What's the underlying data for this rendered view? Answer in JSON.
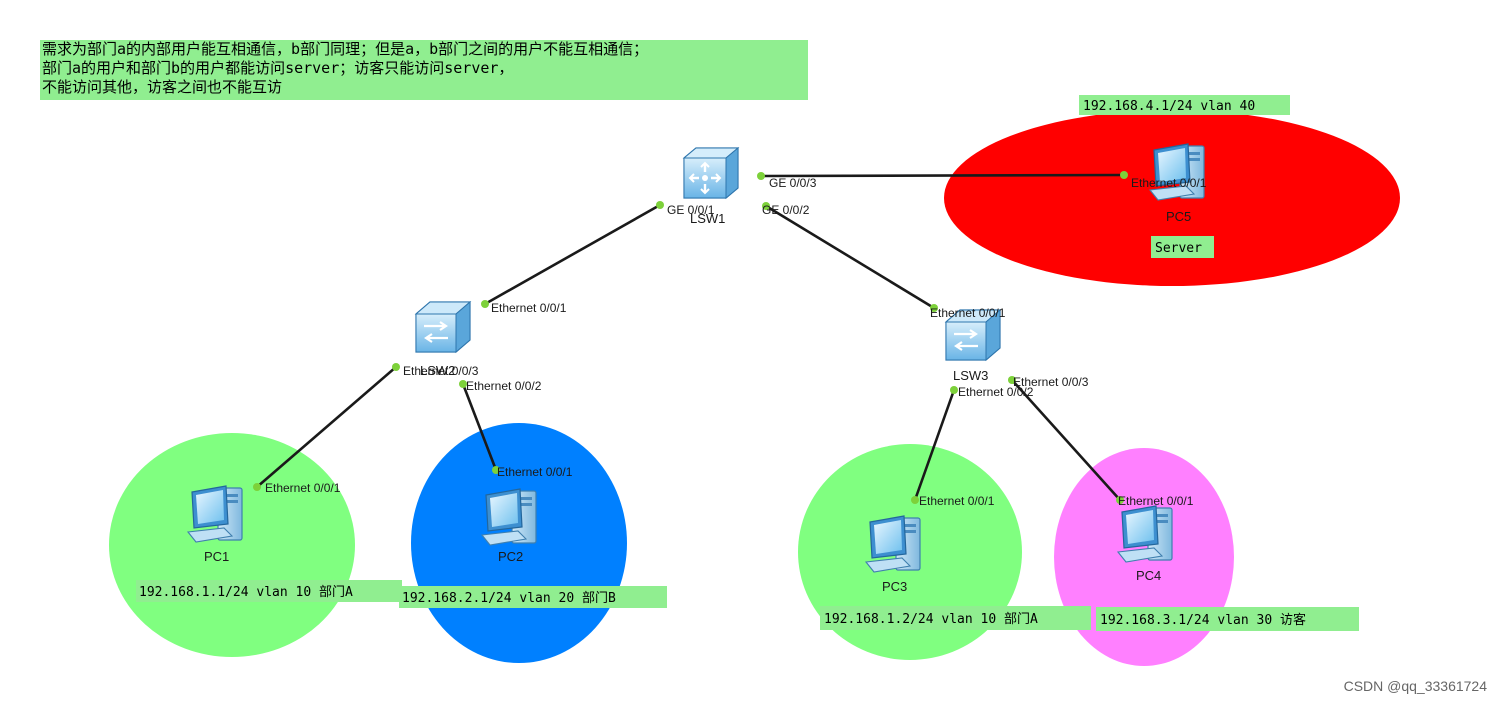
{
  "note": {
    "lines": [
      "需求为部门a的内部用户能互相通信，b部门同理；但是a，b部门之间的用户不能互相通信；",
      "部门a的用户和部门b的用户都能访问server；访客只能访问server，",
      "不能访问其他，访客之间也不能互访"
    ]
  },
  "devices": {
    "lsw1": "LSW1",
    "lsw2": "LSW2",
    "lsw3": "LSW3",
    "pc1": "PC1",
    "pc2": "PC2",
    "pc3": "PC3",
    "pc4": "PC4",
    "pc5": "PC5"
  },
  "ports": {
    "lsw1_ge1": "GE 0/0/1",
    "lsw1_ge2": "GE 0/0/2",
    "lsw1_ge3": "GE 0/0/3",
    "lsw2_e1": "Ethernet 0/0/1",
    "lsw2_e2": "Ethernet 0/0/2",
    "lsw2_e3": "Ethernet 0/0/3",
    "lsw3_e1": "Ethernet 0/0/1",
    "lsw3_e2": "Ethernet 0/0/2",
    "lsw3_e3": "Ethernet 0/0/3",
    "pc1_e1": "Ethernet 0/0/1",
    "pc2_e1": "Ethernet 0/0/1",
    "pc3_e1": "Ethernet 0/0/1",
    "pc4_e1": "Ethernet 0/0/1",
    "pc5_e1": "Ethernet 0/0/1"
  },
  "labels": {
    "pc5_ip": "192.168.4.1/24 vlan 40",
    "server": "Server",
    "pc1_ip": "192.168.1.1/24 vlan 10 部门A",
    "pc2_ip": "192.168.2.1/24 vlan 20 部门B",
    "pc3_ip": "192.168.1.2/24 vlan 10 部门A",
    "pc4_ip": "192.168.3.1/24 vlan 30 访客"
  },
  "colors": {
    "label_bg": "#90ee90",
    "zone_server": "#ff0000",
    "zone_dept_a": "#80ff80",
    "zone_dept_b": "#0080ff",
    "zone_guest": "#ff80ff",
    "port_dot": "#7dd13a",
    "link": "#1a1a1a"
  },
  "watermark": "CSDN @qq_33361724"
}
